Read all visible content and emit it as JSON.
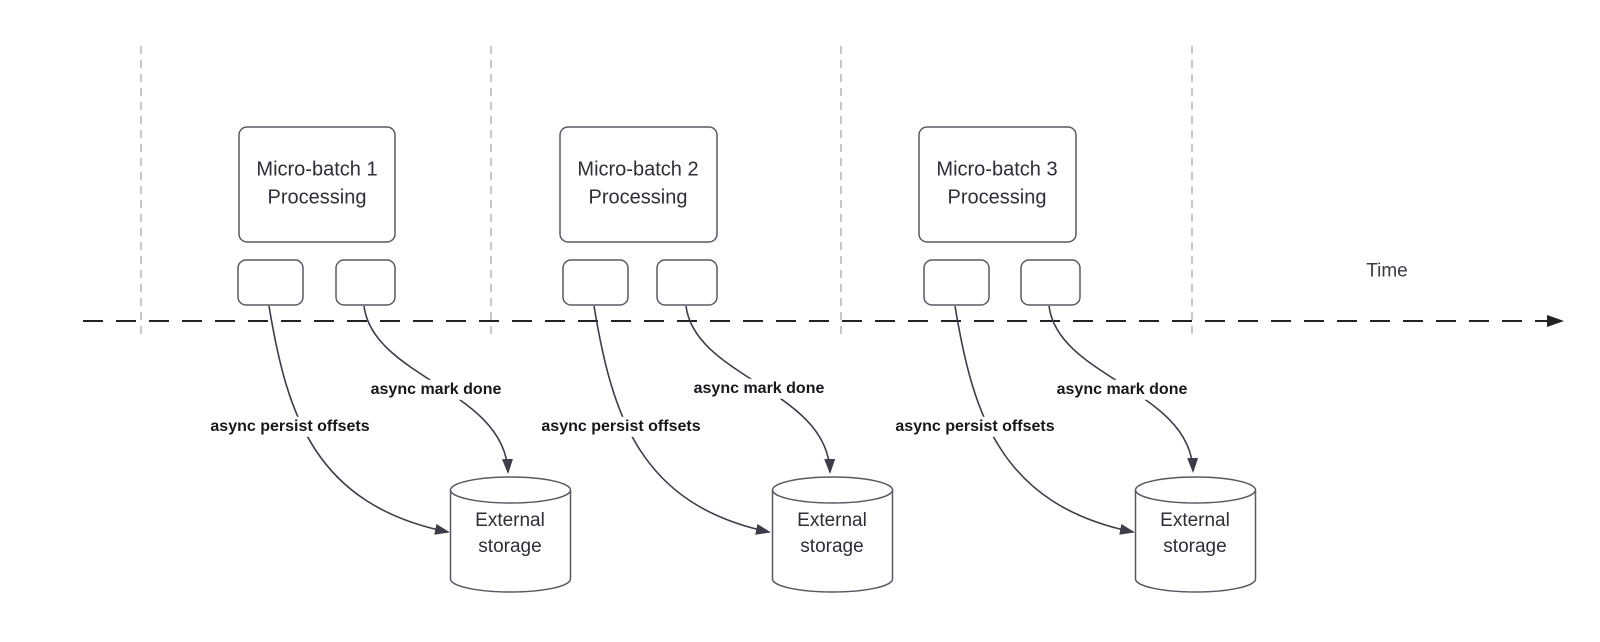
{
  "diagram_type": "micro-batch streaming timeline",
  "timeline": {
    "label": "Time"
  },
  "batches": [
    {
      "name": "Micro-batch 1",
      "subtitle": "Processing",
      "persist_label": "async persist offsets",
      "done_label": "async mark done",
      "storage": {
        "line1": "External",
        "line2": "storage"
      }
    },
    {
      "name": "Micro-batch 2",
      "subtitle": "Processing",
      "persist_label": "async persist offsets",
      "done_label": "async mark done",
      "storage": {
        "line1": "External",
        "line2": "storage"
      }
    },
    {
      "name": "Micro-batch 3",
      "subtitle": "Processing",
      "persist_label": "async persist offsets",
      "done_label": "async mark done",
      "storage": {
        "line1": "External",
        "line2": "storage"
      }
    }
  ],
  "colors": {
    "background": "#ffffff",
    "shape_stroke": "#595963",
    "guide_line": "#b2b5ba",
    "axis_line": "#212126",
    "arrow_stroke": "#3d3d49",
    "box_text": "#2e2e38",
    "label_text": "#17171d"
  }
}
